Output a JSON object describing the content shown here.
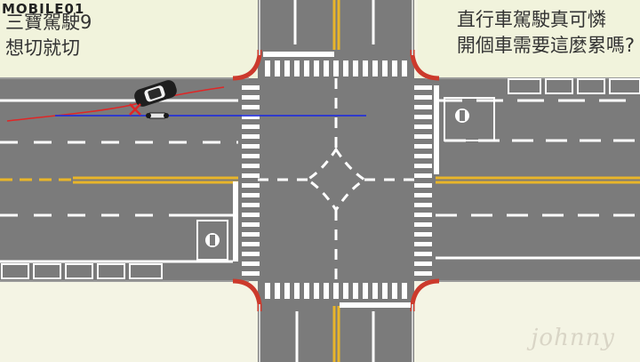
{
  "logo": {
    "text": "MOBILE01"
  },
  "caption_left": {
    "line1": "三寶駕駛9",
    "line2": "想切就切"
  },
  "caption_right": {
    "line1": "直行車駕駛真可憐",
    "line2": "開個車需要這麼累嗎?"
  },
  "watermark": {
    "text": "johnny"
  },
  "colors": {
    "sidewalk": "#f4f4e4",
    "road": "#7b7b7b",
    "lane_white": "#ffffff",
    "center_yellow": "#e8b52a",
    "curb_red": "#cc3a2c",
    "car_path": "#e02626",
    "scooter_path": "#2430d8",
    "grass": "#e6ecba"
  },
  "icons": [
    "car-icon",
    "scooter-icon",
    "collision-mark-icon",
    "scooter-waiting-zone-icon"
  ]
}
